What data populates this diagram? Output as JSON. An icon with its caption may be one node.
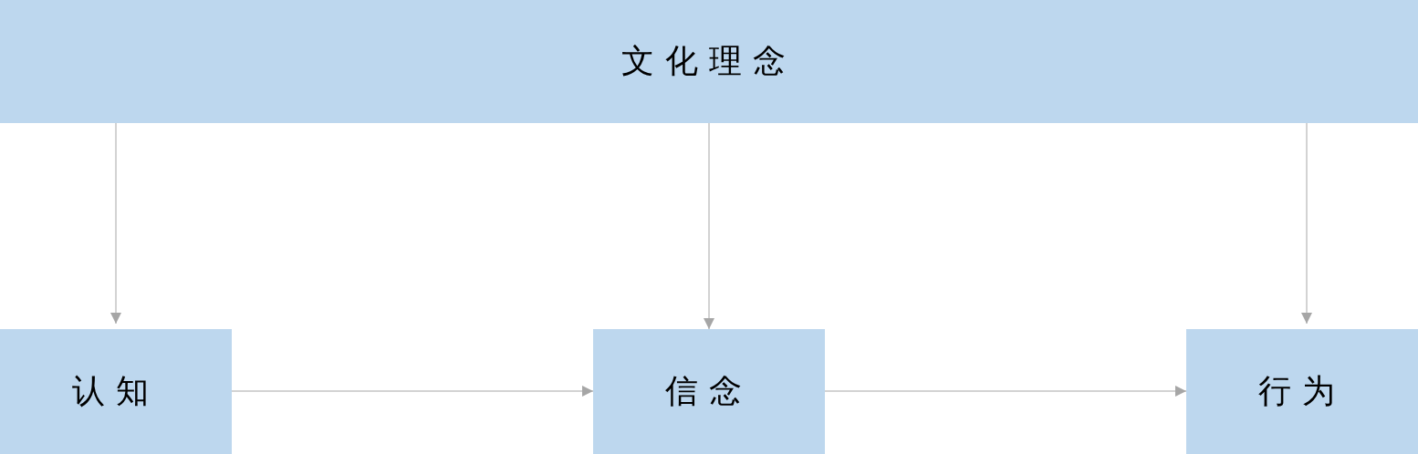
{
  "diagram": {
    "nodes": [
      {
        "text": [
          "文化理念"
        ]
      },
      {
        "text": [
          "认知"
        ]
      },
      {
        "text": [
          "信念"
        ]
      },
      {
        "text": [
          "行为"
        ]
      }
    ],
    "edges": [
      {
        "from": 0,
        "to": 1,
        "arrow": "to"
      },
      {
        "from": 0,
        "to": 2,
        "arrow": "to"
      },
      {
        "from": 0,
        "to": 3,
        "arrow": "to"
      },
      {
        "from": 1,
        "to": 2,
        "arrow": "to"
      },
      {
        "from": 2,
        "to": 3,
        "arrow": "to"
      }
    ]
  }
}
